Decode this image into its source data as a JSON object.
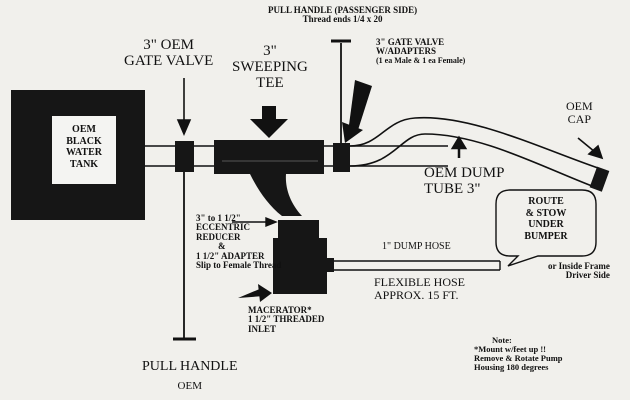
{
  "labels": {
    "pull_handle_top": {
      "line1": "PULL HANDLE  (PASSENGER SIDE)",
      "line2": "Thread ends 1/4 x 20"
    },
    "gate_valve_left": {
      "line1": "3\" OEM",
      "line2": "GATE VALVE"
    },
    "sweeping_tee": {
      "line1": "3\"",
      "line2": "SWEEPING",
      "line3": "TEE"
    },
    "gate_valve_right": {
      "line1": "3\" GATE VALVE",
      "line2": "W/ADAPTERS",
      "line3": "(1 ea Male & 1 ea  Female)"
    },
    "oem_cap": {
      "line1": "OEM",
      "line2": "CAP"
    },
    "tank": {
      "line1": "OEM",
      "line2": "BLACK",
      "line3": "WATER",
      "line4": "TANK"
    },
    "dump_tube": {
      "line1": "OEM DUMP",
      "line2": "TUBE  3\""
    },
    "route_callout": {
      "line1": "ROUTE",
      "line2": "& STOW",
      "line3": "UNDER",
      "line4": "BUMPER"
    },
    "inside_frame": {
      "line1": "or Inside Frame",
      "line2": "Driver Side"
    },
    "reducer": {
      "line1": "3\" to 1 1/2\"",
      "line2": "ECCENTRIC",
      "line3": "REDUCER",
      "line4": "&",
      "line5": "1 1/2\" ADAPTER",
      "line6": "Slip to Female Thread"
    },
    "dump_hose": "1\" DUMP HOSE",
    "flexible_hose": {
      "line1": "FLEXIBLE HOSE",
      "line2": "APPROX. 15 FT."
    },
    "macerator": {
      "line1": "MACERATOR*",
      "line2": "1 1/2\"  THREADED",
      "line3": "INLET"
    },
    "pull_handle_bottom": {
      "line1": "PULL HANDLE",
      "line2": "OEM"
    },
    "note": {
      "line1": "Note:",
      "line2": "*Mount w/feet up !!",
      "line3": "Remove & Rotate Pump",
      "line4": "Housing 180 degrees"
    }
  },
  "colors": {
    "ink": "#111111",
    "paper": "#f1f0ec",
    "fill_dark": "#161616"
  }
}
